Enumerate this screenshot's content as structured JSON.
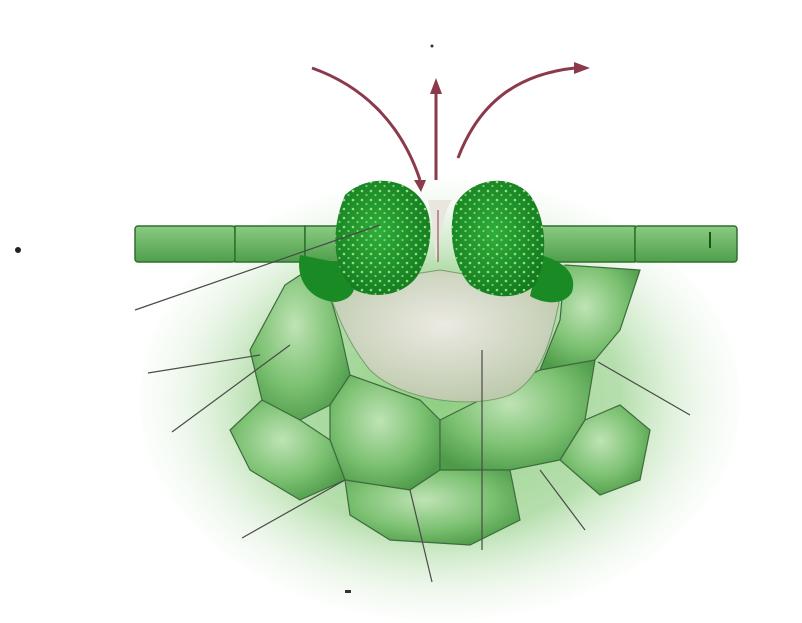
{
  "figure": {
    "kind": "stomata-cross-section",
    "colors": {
      "background": "#ffffff",
      "epidermis": "#5fae5c",
      "epidermis_edge": "#2f6f2f",
      "guard_cell": "#1f8f2a",
      "chloroplast_dots": "#9be38b",
      "air_chamber": "#d9d8cf",
      "mesophyll": "#7ec474",
      "mesophyll_glow": "#cfe9c8",
      "arrow": "#8a3a4a",
      "label_line": "#4a4a4a"
    },
    "parts": [
      "epidermis",
      "guard-cells",
      "stoma-pore",
      "substomatal-cavity",
      "mesophyll-cells",
      "gas-flow-arrows",
      "label-lines"
    ]
  }
}
